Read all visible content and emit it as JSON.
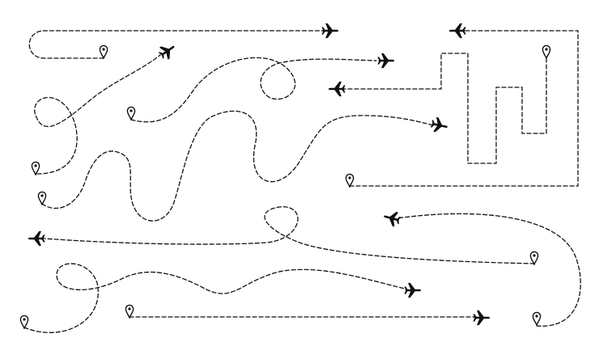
{
  "canvas": {
    "background": "#ffffff",
    "ink": "#111111",
    "icon_names": [
      "airplane-icon",
      "location-pin-icon"
    ]
  },
  "routes": [
    {
      "id": "route-1",
      "start": "pin",
      "end": "plane"
    },
    {
      "id": "route-2",
      "start": "pin",
      "end": "plane"
    },
    {
      "id": "route-3",
      "start": "pin",
      "end": "plane"
    },
    {
      "id": "route-4",
      "start": "pin",
      "end": "plane"
    },
    {
      "id": "route-5",
      "start": "pin",
      "end": "plane"
    },
    {
      "id": "route-6",
      "start": "pin",
      "end": "plane"
    },
    {
      "id": "route-7",
      "start": "pin",
      "end": "plane"
    },
    {
      "id": "route-8",
      "start": "pin",
      "end": "plane"
    },
    {
      "id": "route-9",
      "start": "pin",
      "end": "plane"
    },
    {
      "id": "route-10",
      "start": "pin",
      "end": "plane"
    }
  ]
}
